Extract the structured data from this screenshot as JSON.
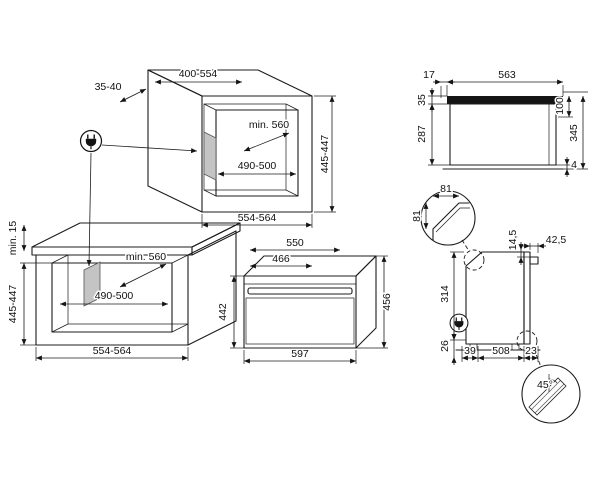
{
  "diagram": {
    "background": "#ffffff",
    "line_color": "#1c1c1c",
    "shade_color": "#c4c4c4",
    "icons": [
      "power-socket-icon"
    ]
  },
  "dims": {
    "tall_cabinet": {
      "top_width": "400-554",
      "side_clearance": "35-40",
      "niche_depth": "min. 560",
      "niche_width": "490-500",
      "bottom_width": "554-564",
      "niche_height": "445-447"
    },
    "base_cabinet": {
      "top_clearance": "min. 15",
      "niche_height": "445-447",
      "niche_depth": "min. 560",
      "niche_width": "490-500",
      "width": "554-564"
    },
    "oven": {
      "depth_total": "550",
      "depth_body": "466",
      "height_front": "442",
      "height_total": "456",
      "width": "597"
    },
    "section": {
      "front_offset": "17",
      "width": "563",
      "vent_height": "100",
      "top_thickness": "35",
      "lower_height": "287",
      "total_height": "345",
      "bottom_gap": "4"
    },
    "corner_detail": {
      "chamfer_width": "81",
      "chamfer_height": "81"
    },
    "side_view": {
      "top_inset": "14,5",
      "door_depth": "42,5",
      "upper_height": "314",
      "plinth_height": "26",
      "front_gap": "39",
      "body_depth": "508",
      "rear_gap": "23"
    },
    "plinth_detail": {
      "angle": "45°"
    }
  }
}
